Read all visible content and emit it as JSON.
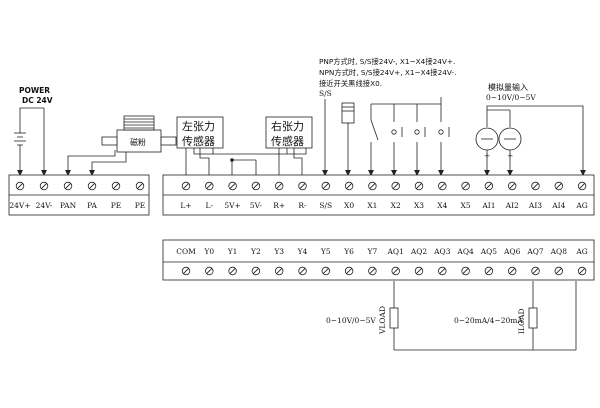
{
  "power": {
    "title": "POWER",
    "voltage": "DC 24V"
  },
  "brake": {
    "label": "磁粉"
  },
  "sensors": {
    "left": [
      "左张力",
      "传感器"
    ],
    "right": [
      "右张力",
      "传感器"
    ]
  },
  "notes": {
    "lines": [
      "PNP方式时, S/S接24V-, X1~X4接24V+.",
      "NPN方式时, S/S接24V+, X1~X4接24V-.",
      "接近开关黑线接X0."
    ],
    "ss": "S/S"
  },
  "analog": {
    "title": "模拟量输入",
    "range": "0~10V/0~5V"
  },
  "power_terminals": [
    "24V+",
    "24V-",
    "PAN",
    "PA",
    "PE",
    "PE"
  ],
  "input_terminals": [
    "L+",
    "L-",
    "5V+",
    "5V-",
    "R+",
    "R-",
    "S/S",
    "X0",
    "X1",
    "X2",
    "X3",
    "X4",
    "X5",
    "AI1",
    "AI2",
    "AI3",
    "AI4",
    "AG"
  ],
  "output_terminals": [
    "COM",
    "Y0",
    "Y1",
    "Y2",
    "Y3",
    "Y4",
    "Y5",
    "Y6",
    "Y7",
    "AQ1",
    "AQ2",
    "AQ3",
    "AQ4",
    "AQ5",
    "AQ6",
    "AQ7",
    "AQ8",
    "AG"
  ],
  "loads": {
    "v_range": "0~10V/0~5V",
    "v_name": "VLOAD",
    "i_range": "0~20mA/4~20mA",
    "i_name": "ILOAD"
  }
}
